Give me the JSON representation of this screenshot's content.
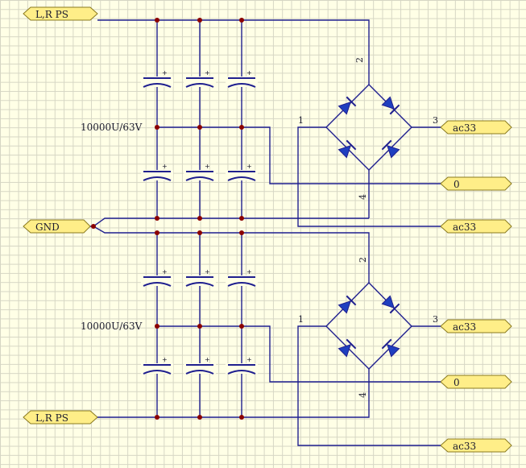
{
  "ports": {
    "lr_ps_top": "L,R PS",
    "gnd": "GND",
    "lr_ps_bottom": "L,R PS",
    "bridge1_ac_top": "ac33",
    "bridge1_zero": "0",
    "bridge1_ac_bottom": "ac33",
    "bridge2_ac_top": "ac33",
    "bridge2_zero": "0",
    "bridge2_ac_bottom": "ac33"
  },
  "capacitor_labels": {
    "top_bank": "10000U/63V",
    "bottom_bank": "10000U/63V"
  },
  "bridge1_pins": {
    "p1": "1",
    "p2": "2",
    "p3": "3",
    "p4": "4"
  },
  "bridge2_pins": {
    "p1": "1",
    "p2": "2",
    "p3": "3",
    "p4": "4"
  },
  "capacitor_polarity": "+",
  "colors": {
    "wire": "#1f1f8f",
    "junction": "#8b0000",
    "port_fill": "#ffee88",
    "diode": "#1f3fbf",
    "background": "#ffffe6"
  }
}
